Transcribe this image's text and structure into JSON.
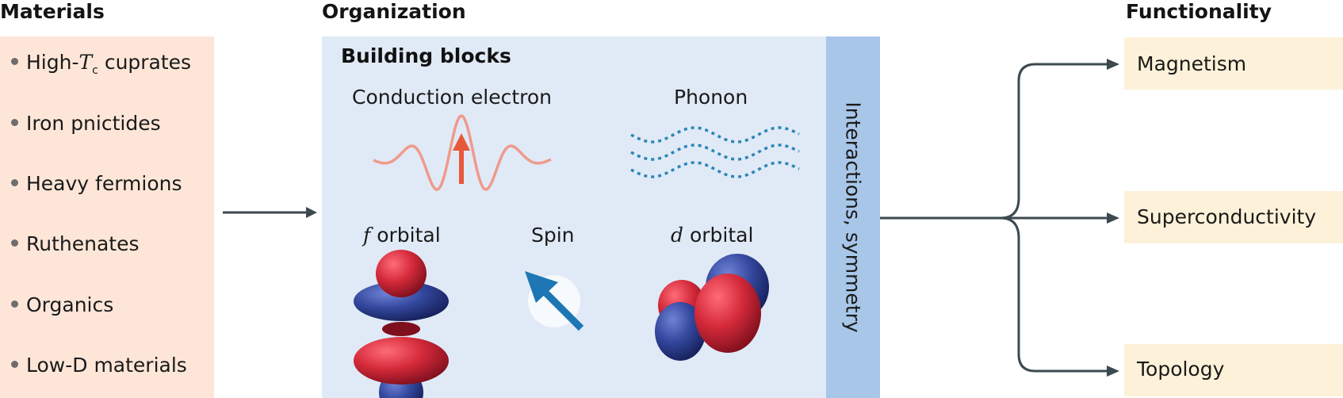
{
  "headers": {
    "materials": "Materials",
    "organization": "Organization",
    "functionality": "Functionality"
  },
  "materials": {
    "item0_prefix": "High-",
    "item0_var": "T",
    "item0_sub": "c",
    "item0_suffix": " cuprates",
    "item1": "Iron pnictides",
    "item2": "Heavy fermions",
    "item3": "Ruthenates",
    "item4": "Organics",
    "item5": "Low-D materials"
  },
  "organization": {
    "building_blocks": "Building blocks",
    "conduction_electron": "Conduction electron",
    "phonon": "Phonon",
    "f_orbital_letter": "f",
    "f_orbital_word": " orbital",
    "spin": "Spin",
    "d_orbital_letter": "d",
    "d_orbital_word": " orbital",
    "interactions": "Interactions, symmetry"
  },
  "functionality": {
    "magnetism": "Magnetism",
    "superconductivity": "Superconductivity",
    "topology": "Topology"
  },
  "colors": {
    "materials_bg": "#fde6d8",
    "organization_bg": "#e0eaf6",
    "interaction_bar": "#a7c6e8",
    "functionality_bg": "#fdf2d9",
    "arrow": "#3c4a50",
    "lobe_red": "#d42a3a",
    "lobe_blue": "#33479d",
    "spin_arrow": "#1e77b4",
    "phonon": "#2b86b8",
    "wavepacket": "#ef9a8c"
  }
}
